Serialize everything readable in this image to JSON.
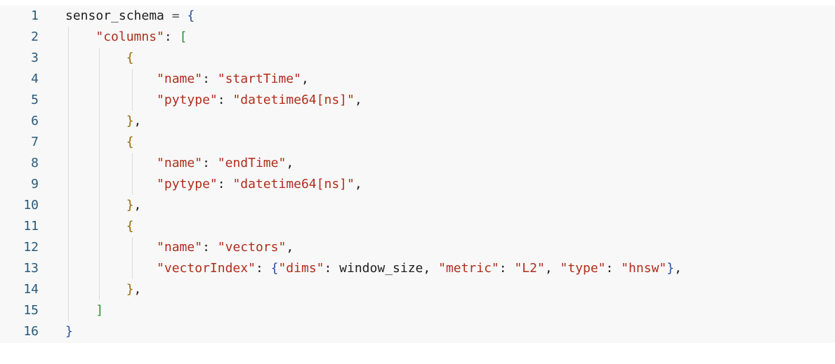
{
  "editor": {
    "lines": [
      {
        "number": "1",
        "text": "sensor_schema = {"
      },
      {
        "number": "2",
        "text": "    \"columns\": ["
      },
      {
        "number": "3",
        "text": "        {"
      },
      {
        "number": "4",
        "text": "            \"name\": \"startTime\","
      },
      {
        "number": "5",
        "text": "            \"pytype\": \"datetime64[ns]\","
      },
      {
        "number": "6",
        "text": "        },"
      },
      {
        "number": "7",
        "text": "        {"
      },
      {
        "number": "8",
        "text": "            \"name\": \"endTime\","
      },
      {
        "number": "9",
        "text": "            \"pytype\": \"datetime64[ns]\","
      },
      {
        "number": "10",
        "text": "        },"
      },
      {
        "number": "11",
        "text": "        {"
      },
      {
        "number": "12",
        "text": "            \"name\": \"vectors\","
      },
      {
        "number": "13",
        "text": "            \"vectorIndex\": {\"dims\": window_size, \"metric\": \"L2\", \"type\": \"hnsw\"},"
      },
      {
        "number": "14",
        "text": "        },"
      },
      {
        "number": "15",
        "text": "    ]"
      },
      {
        "number": "16",
        "text": "}"
      }
    ],
    "colors": {
      "background": "#f8f8f8",
      "line_number": "#2a5a78",
      "string": "#b22d1b",
      "brace": "#2e4ea8",
      "bracket": "#2f8f2f",
      "object_brace": "#9b6a00",
      "plain": "#1f1f1f"
    }
  }
}
